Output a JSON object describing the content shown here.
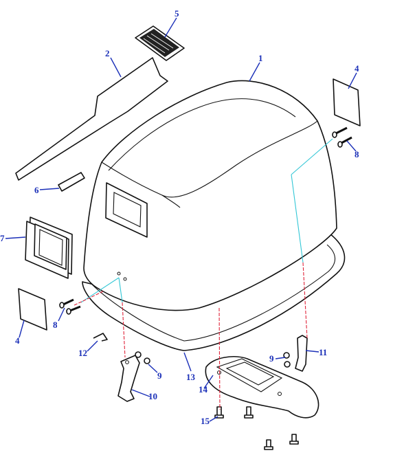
{
  "callouts": {
    "c1": "1",
    "c2": "2",
    "c4a": "4",
    "c4b": "4",
    "c5": "5",
    "c6": "6",
    "c7": "7",
    "c8a": "8",
    "c8b": "8",
    "c9a": "9",
    "c9b": "9",
    "c10": "10",
    "c11": "11",
    "c12": "12",
    "c13": "13",
    "c14": "14",
    "c15": "15"
  },
  "colors": {
    "callout": "#1a2fb8",
    "guide_cyan": "#33c7d6",
    "guide_red": "#e0243a"
  }
}
